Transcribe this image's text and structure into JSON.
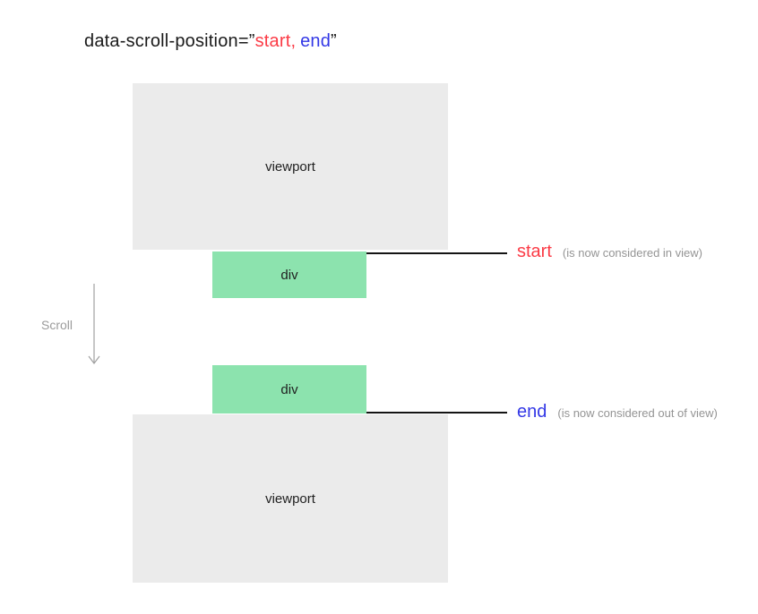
{
  "title": {
    "prefix": "data-scroll-position=”",
    "start_token": "start",
    "comma": ",",
    "end_token": "end",
    "closing_quote": "”"
  },
  "scroll": {
    "label": "Scroll"
  },
  "top_group": {
    "viewport_label": "viewport",
    "div_label": "div",
    "marker": "start",
    "note": "(is now considered in view)"
  },
  "bottom_group": {
    "viewport_label": "viewport",
    "div_label": "div",
    "marker": "end",
    "note": "(is now considered out of view)"
  },
  "colors": {
    "start_red": "#fb3b46",
    "end_blue": "#3338e6",
    "div_green": "#8ce3ae",
    "viewport_gray": "#ebebeb",
    "note_gray": "#949494",
    "line_black": "#141414"
  }
}
